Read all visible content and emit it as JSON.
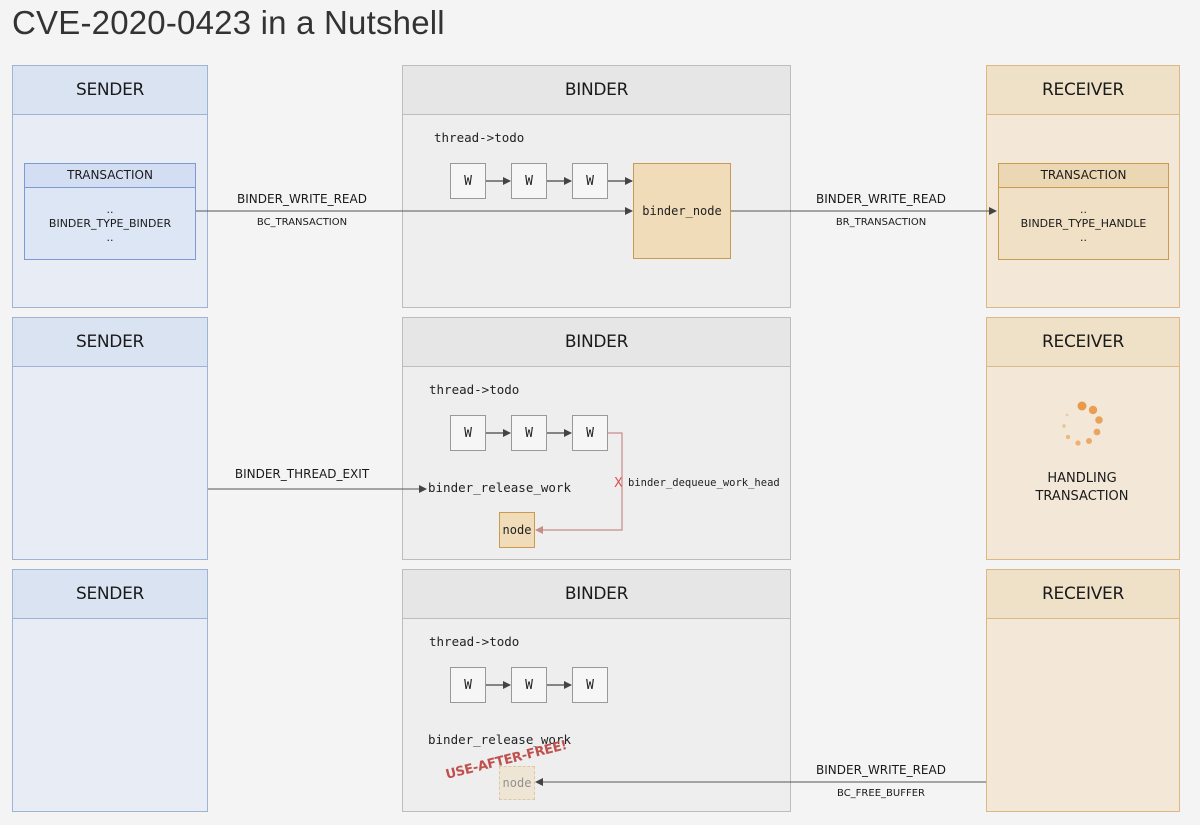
{
  "title": "CVE-2020-0423 in a Nutshell",
  "headers": {
    "sender": "SENDER",
    "binder": "BINDER",
    "receiver": "RECEIVER"
  },
  "row1": {
    "sender_tx": {
      "title": "TRANSACTION",
      "dots_top": "..",
      "type": "BINDER_TYPE_BINDER",
      "dots_bottom": ".."
    },
    "thread_todo": "thread->todo",
    "work_items": [
      "W",
      "W",
      "W"
    ],
    "binder_node": "binder_node",
    "left_arrow": {
      "label": "BINDER_WRITE_READ",
      "sublabel": "BC_TRANSACTION"
    },
    "right_arrow": {
      "label": "BINDER_WRITE_READ",
      "sublabel": "BR_TRANSACTION"
    },
    "receiver_tx": {
      "title": "TRANSACTION",
      "dots_top": "..",
      "type": "BINDER_TYPE_HANDLE",
      "dots_bottom": ".."
    }
  },
  "row2": {
    "thread_todo": "thread->todo",
    "work_items": [
      "W",
      "W",
      "W"
    ],
    "left_arrow": {
      "label": "BINDER_THREAD_EXIT"
    },
    "release_work": "binder_release_work",
    "dequeue_mark": "X",
    "dequeue": "binder_dequeue_work_head",
    "node": "node",
    "receiver_status": [
      "HANDLING",
      "TRANSACTION"
    ]
  },
  "row3": {
    "thread_todo": "thread->todo",
    "work_items": [
      "W",
      "W",
      "W"
    ],
    "release_work": "binder_release_work",
    "uaf_stamp": "USE-AFTER-FREE!",
    "node": "node",
    "right_arrow": {
      "label": "BINDER_WRITE_READ",
      "sublabel": "BC_FREE_BUFFER"
    }
  },
  "colors": {
    "sender": "#e8edf5",
    "binder": "#eeeeee",
    "receiver": "#f3e8d7",
    "node": "#f0dcb8",
    "uaf_red": "#c0504d",
    "spinner": "#e89a4c"
  }
}
